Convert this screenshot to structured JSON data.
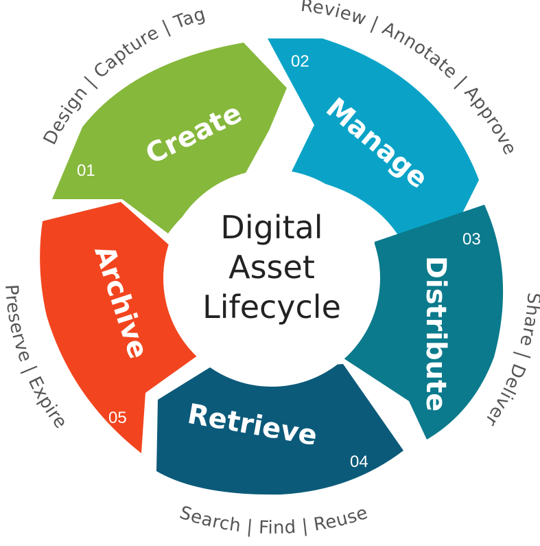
{
  "center": {
    "line1": "Digital",
    "line2": "Asset",
    "line3": "Lifecycle"
  },
  "stages": [
    {
      "number": "01",
      "name": "Create",
      "tasks": "Design | Capture | Tag",
      "color": "#86b83c"
    },
    {
      "number": "02",
      "name": "Manage",
      "tasks": "Review | Annotate | Approve",
      "color": "#0aa3c7"
    },
    {
      "number": "03",
      "name": "Distribute",
      "tasks": "Share | Deliver",
      "color": "#0b7a8c"
    },
    {
      "number": "04",
      "name": "Retrieve",
      "tasks": "Search | Find | Reuse",
      "color": "#0c5a7a"
    },
    {
      "number": "05",
      "name": "Archive",
      "tasks": "Preserve | Expire",
      "color": "#f2451f"
    }
  ]
}
